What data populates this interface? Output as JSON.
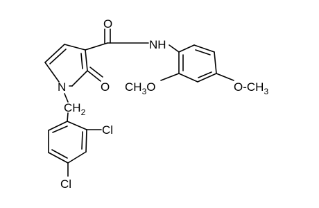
{
  "molecule": {
    "atom_labels": {
      "carbonyl_oxygen": "O",
      "amide_nh": "NH",
      "ring_nitrogen": "N",
      "pyridone_oxygen": "O",
      "methylene": "CH2",
      "ortho_methoxy": "CH3O",
      "para_methoxy": "O-CH3",
      "chloro_ortho": "Cl",
      "chloro_para": "Cl"
    }
  },
  "colors": {
    "bond": "#000000",
    "text": "#000000",
    "background": "#ffffff"
  }
}
